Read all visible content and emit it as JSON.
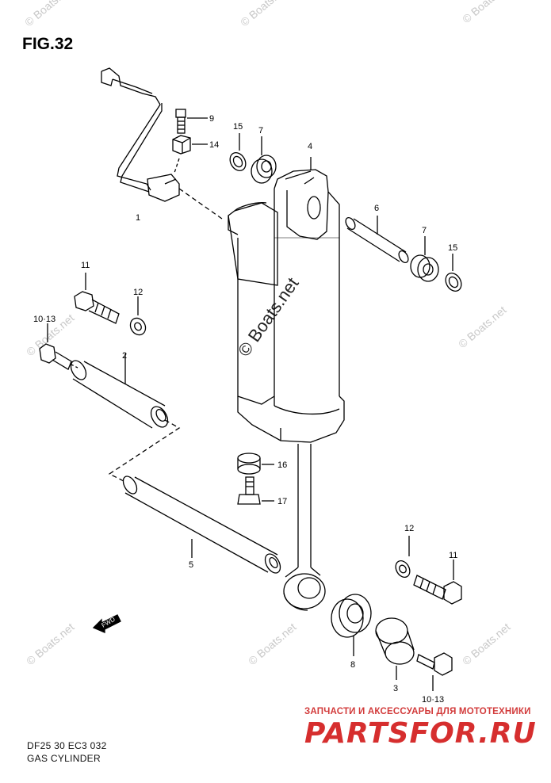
{
  "figure": {
    "title": "FIG.32"
  },
  "caption": {
    "line1": "DF25 30 EC3  032",
    "line2": "GAS CYLINDER"
  },
  "watermark": {
    "text": "© Boats.net",
    "center_text": "© Boats.net"
  },
  "shop": {
    "subtitle": "ЗАПЧАСТИ И АКСЕССУАРЫ ДЛЯ МОТОТЕХНИКИ",
    "brand": "PARTSFOR.RU",
    "color": "#d62e2e"
  },
  "parts": {
    "p1": "1",
    "p2": "2",
    "p3": "3",
    "p4": "4",
    "p5": "5",
    "p6": "6",
    "p7a": "7",
    "p7b": "7",
    "p8": "8",
    "p9": "9",
    "p1013a": "10·13",
    "p1013b": "10·13",
    "p11a": "11",
    "p11b": "11",
    "p12a": "12",
    "p12b": "12",
    "p14": "14",
    "p15a": "15",
    "p15b": "15",
    "p16": "16",
    "p17": "17"
  },
  "fwd_label": "FWD"
}
